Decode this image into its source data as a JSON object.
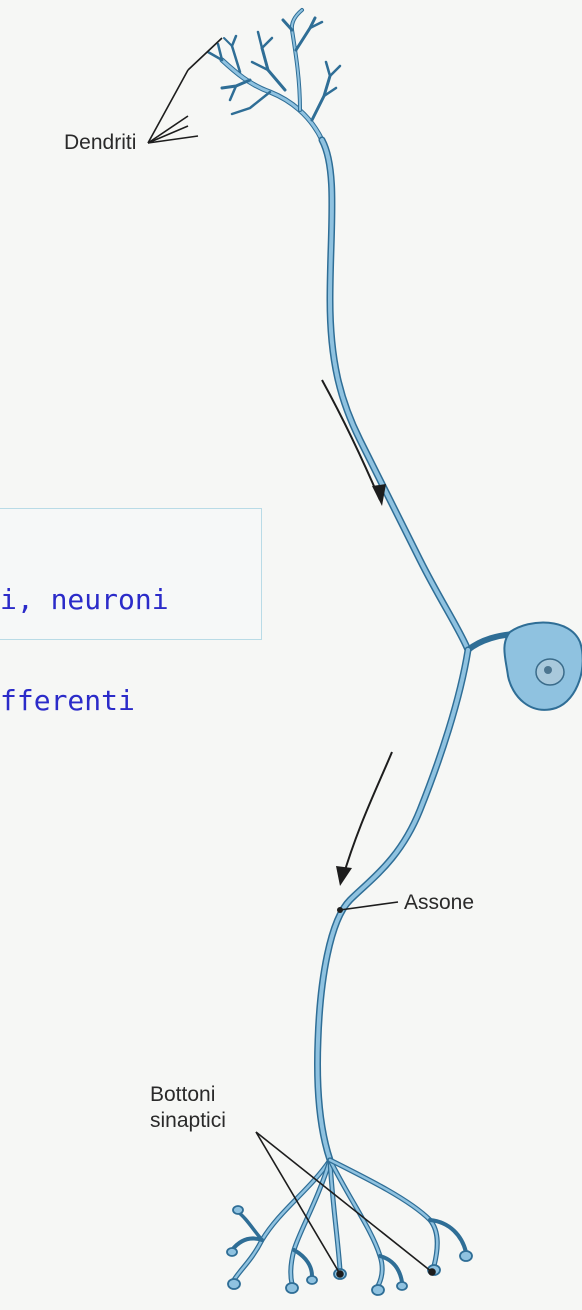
{
  "labels": {
    "dendrites": "Dendriti",
    "axon": "Assone",
    "synaptic_buttons_line1": "Bottoni",
    "synaptic_buttons_line2": "sinaptici"
  },
  "callout": {
    "line1": "i, neuroni",
    "line2": "fferenti"
  },
  "colors": {
    "neuron_fill": "#8fc2e0",
    "neuron_outline": "#2f6e96",
    "callout_text": "#2b2bc9",
    "callout_border": "#b9dbe6"
  }
}
